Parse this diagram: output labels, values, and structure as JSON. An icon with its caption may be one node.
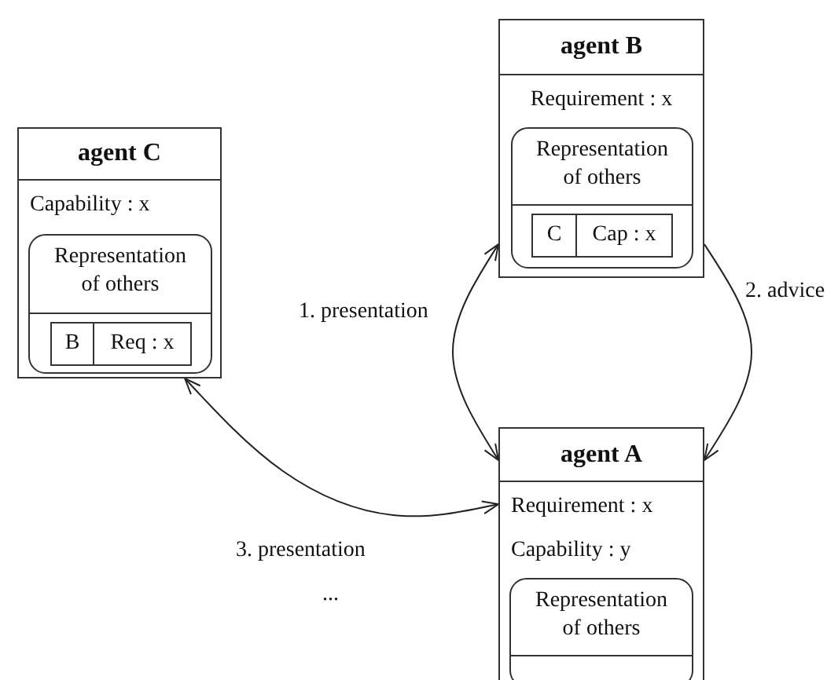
{
  "diagram": {
    "nodes": [
      {
        "text": [
          "agent B",
          "Requirement : x"
        ]
      },
      {
        "text": [
          "Representation of others"
        ],
        "in": 0
      },
      {
        "text": [
          "C"
        ],
        "in": 1
      },
      {
        "text": [
          "Cap : x"
        ],
        "in": 1
      },
      {
        "text": [
          "agent C",
          "Capability : x"
        ]
      },
      {
        "text": [
          "Representation of others"
        ],
        "in": 4
      },
      {
        "text": [
          "B"
        ],
        "in": 5
      },
      {
        "text": [
          "Req : x"
        ],
        "in": 5
      },
      {
        "text": [
          "agent A",
          "Requirement : x",
          "Capability : y"
        ]
      },
      {
        "text": [
          "Representation of others"
        ],
        "in": 8
      }
    ],
    "edges": [
      {
        "from": 8,
        "to": 0,
        "arrow": "both",
        "label": "1. presentation"
      },
      {
        "from": 0,
        "to": 8,
        "arrow": "to",
        "label": "2. advice"
      },
      {
        "from": 4,
        "to": 8,
        "arrow": "both",
        "label": "3. presentation"
      }
    ],
    "labels": [
      "..."
    ]
  }
}
